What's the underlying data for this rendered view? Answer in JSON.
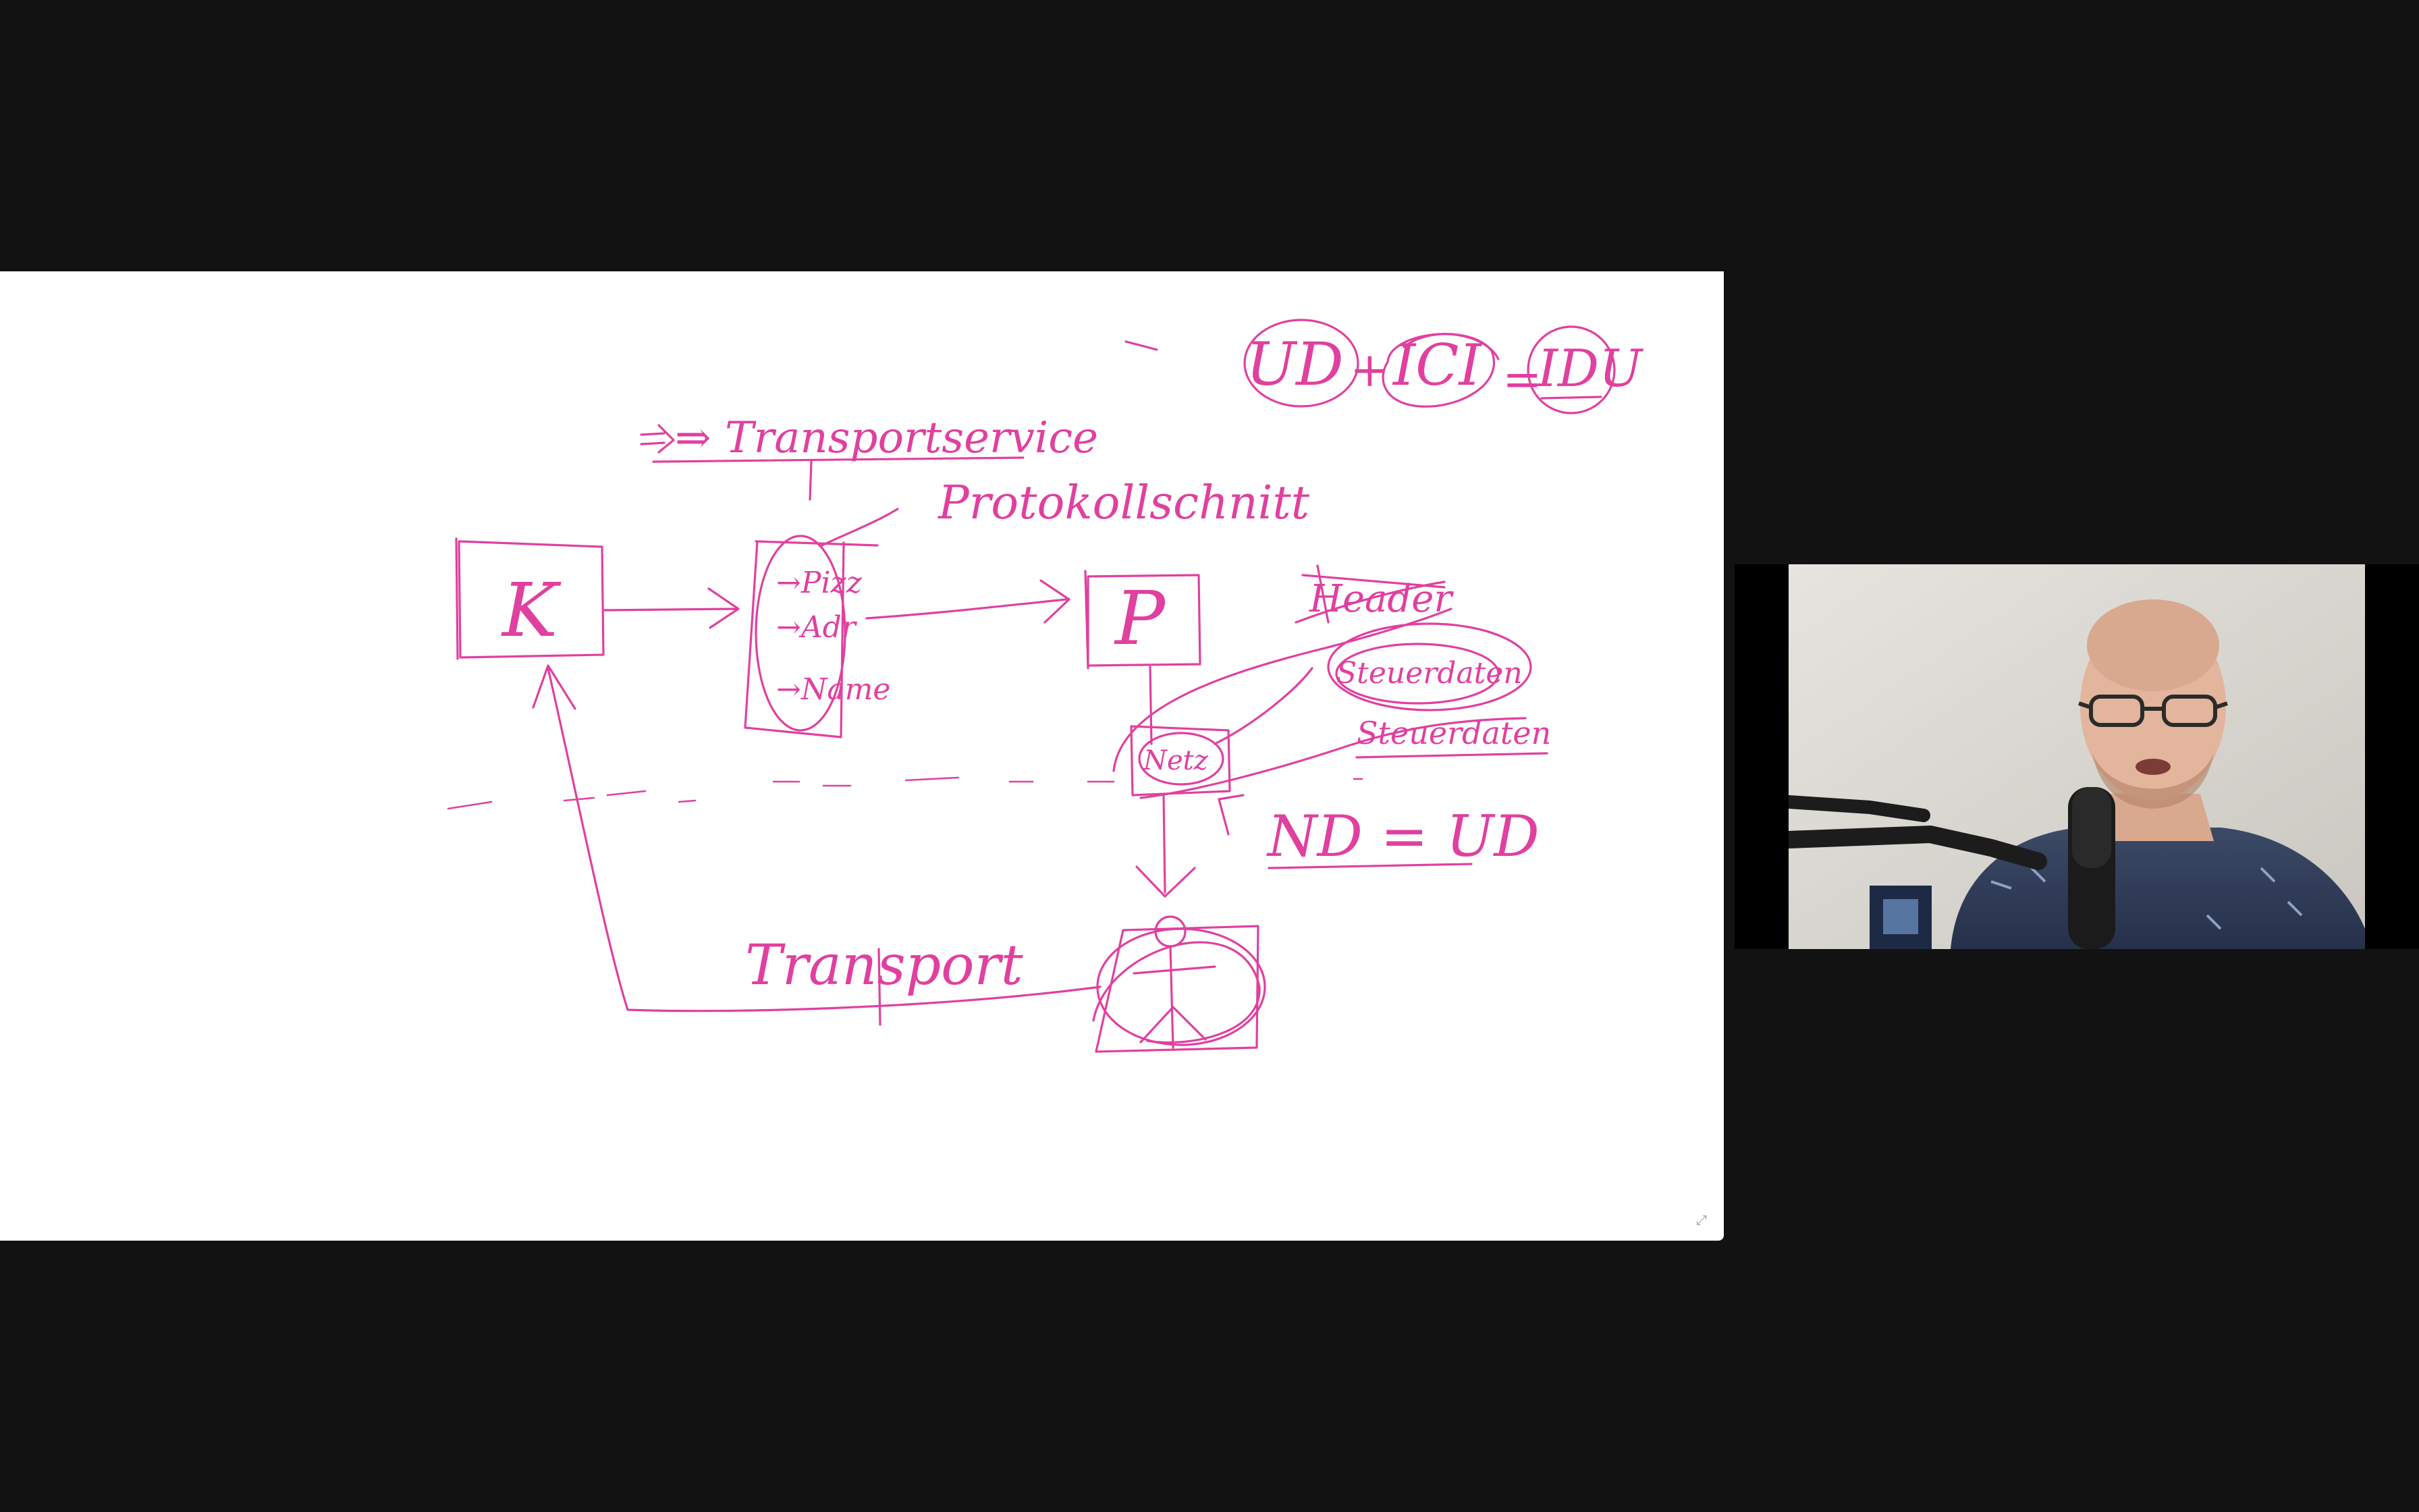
{
  "whiteboard": {
    "ink_color": "#e0409f",
    "labels": {
      "transportservice": "⇒ Transportservice",
      "protokollschnitt": "Protokollschnitt",
      "client_box": "K",
      "pizza": "→Pizz",
      "adresse": "→Adr",
      "name": "→Name",
      "pizzeria_box": "P",
      "netz": "Netz",
      "steuerdaten_struck": "Header",
      "steuerdaten_circle": "Steuerdaten",
      "steuerdaten_under": "Steuerdaten",
      "nd_ud": "ND = UD",
      "transport": "Transport",
      "ud": "UD",
      "plus": "+",
      "ici": "ICI",
      "equals": "=",
      "idu": "IDU"
    }
  },
  "controls": {
    "corner_icon": "expand-icon"
  },
  "video": {
    "participant": "presenter"
  }
}
